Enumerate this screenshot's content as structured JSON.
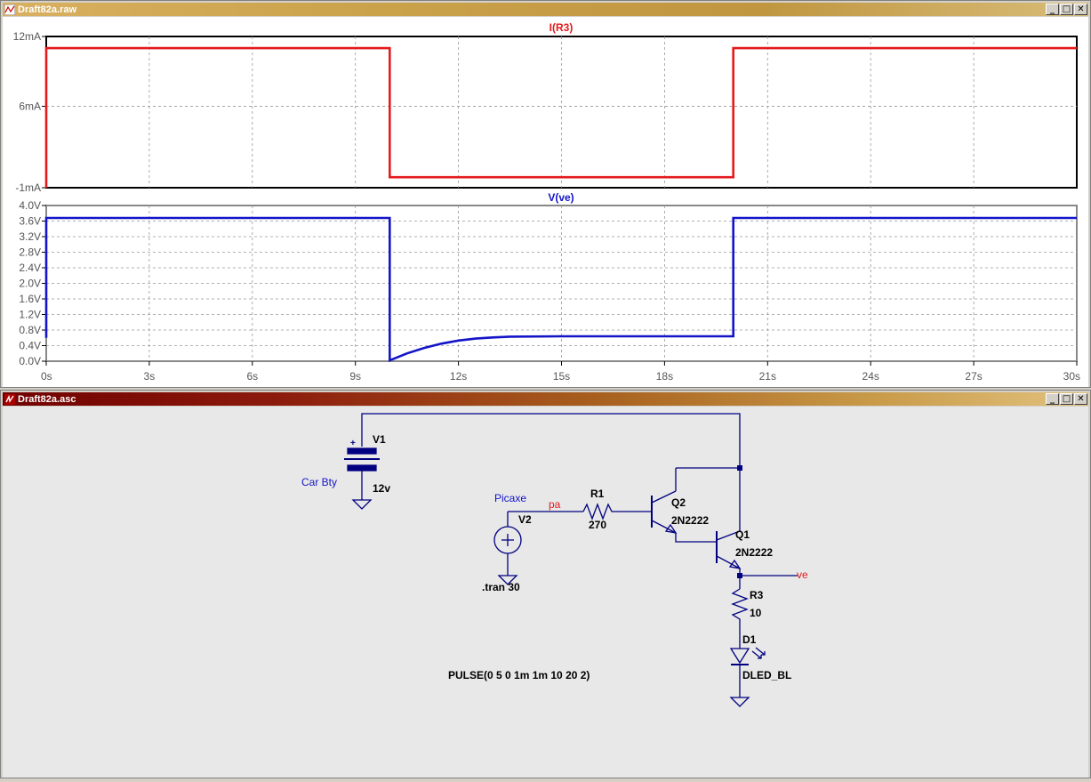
{
  "windows": {
    "raw": {
      "title": "Draft82a.raw",
      "buttons": {
        "minimize": "_",
        "restore": "□",
        "close": "✕"
      }
    },
    "asc": {
      "title": "Draft82a.asc",
      "buttons": {
        "minimize": "_",
        "restore": "□",
        "close": "✕"
      }
    }
  },
  "chart_data": [
    {
      "type": "line",
      "title": "I(R3)",
      "ylim": [
        -1,
        12
      ],
      "ytick_labels": [
        "12mA",
        "6mA",
        "-1mA"
      ],
      "grid": true,
      "series": [
        {
          "name": "I(R3)",
          "color": "#e41a1c",
          "x": [
            0,
            0,
            10,
            10,
            20,
            20,
            30
          ],
          "y": [
            -1,
            11,
            11,
            -0.1,
            -0.1,
            11,
            11
          ]
        }
      ]
    },
    {
      "type": "line",
      "title": "V(ve)",
      "ylim": [
        0,
        4
      ],
      "xlim": [
        0,
        30
      ],
      "ytick_labels": [
        "4.0V",
        "3.6V",
        "3.2V",
        "2.8V",
        "2.4V",
        "2.0V",
        "1.6V",
        "1.2V",
        "0.8V",
        "0.4V",
        "0.0V"
      ],
      "xtick_labels": [
        "0s",
        "3s",
        "6s",
        "9s",
        "12s",
        "15s",
        "18s",
        "21s",
        "24s",
        "27s",
        "30s"
      ],
      "grid": true,
      "series": [
        {
          "name": "V(ve)",
          "color": "#1414c8",
          "x": [
            0,
            0,
            10,
            10,
            10.5,
            11,
            11.5,
            12,
            12.5,
            13,
            13.5,
            15,
            20,
            20,
            30
          ],
          "y": [
            0.6,
            3.68,
            3.68,
            0.02,
            0.2,
            0.34,
            0.45,
            0.53,
            0.58,
            0.61,
            0.63,
            0.64,
            0.64,
            3.68,
            3.68
          ]
        }
      ]
    }
  ],
  "schematic": {
    "v1": {
      "name": "V1",
      "value": "12v",
      "label": "Car Bty",
      "plus": "+"
    },
    "v2": {
      "name": "V2",
      "label": "Picaxe",
      "directive": ".tran 30",
      "plus": "+"
    },
    "r1": {
      "name": "R1",
      "value": "270"
    },
    "q2": {
      "name": "Q2",
      "value": "2N2222"
    },
    "q1": {
      "name": "Q1",
      "value": "2N2222"
    },
    "r3": {
      "name": "R3",
      "value": "10"
    },
    "d1": {
      "name": "D1",
      "value": "DLED_BL"
    },
    "net_pa": "pa",
    "net_ve": "ve",
    "pulse": "PULSE(0 5 0 1m 1m 10 20 2)",
    "colors": {
      "wire": "#000080",
      "label": "#1414c8",
      "net": "#e41a1c"
    }
  }
}
